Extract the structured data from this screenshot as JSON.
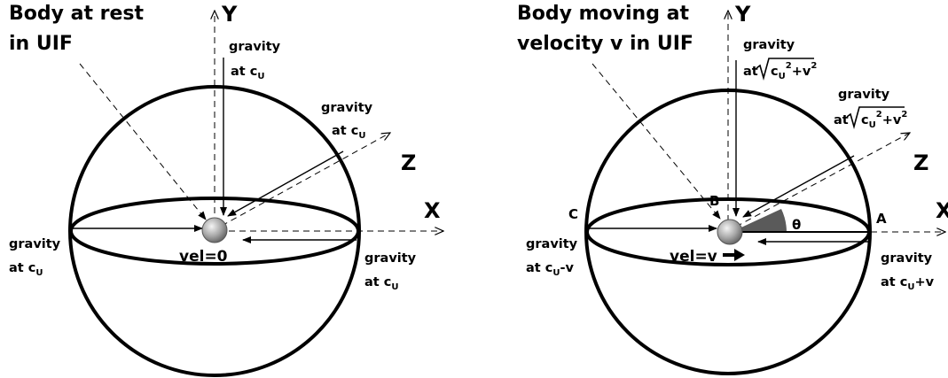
{
  "left": {
    "title_line1": "Body at rest",
    "title_line2": "in UIF",
    "axis_y": "Y",
    "axis_x": "X",
    "axis_z": "Z",
    "gravity_word": "gravity",
    "top_label_base": "at c",
    "top_label_sub": "U",
    "diag_label_base": "at c",
    "diag_label_sub": "U",
    "left_label_base": "at c",
    "left_label_sub": "U",
    "right_label_base": "at c",
    "right_label_sub": "U",
    "velocity": "vel=0"
  },
  "right": {
    "title_line1": "Body moving at",
    "title_line2": "velocity v in UIF",
    "axis_y": "Y",
    "axis_x": "X",
    "axis_z": "Z",
    "gravity_word": "gravity",
    "sqrt_prefix": "at",
    "sqrt_c": "c",
    "sqrt_c_sub": "U",
    "sqrt_exp": "2",
    "sqrt_plus_v": "+v",
    "left_label_base": "at c",
    "left_label_sub": "U",
    "left_label_tail": "-v",
    "right_label_base": "at c",
    "right_label_sub": "U",
    "right_label_tail": "+v",
    "point_a": "A",
    "point_b": "B",
    "point_c": "C",
    "angle": "θ",
    "velocity": "vel=v"
  }
}
